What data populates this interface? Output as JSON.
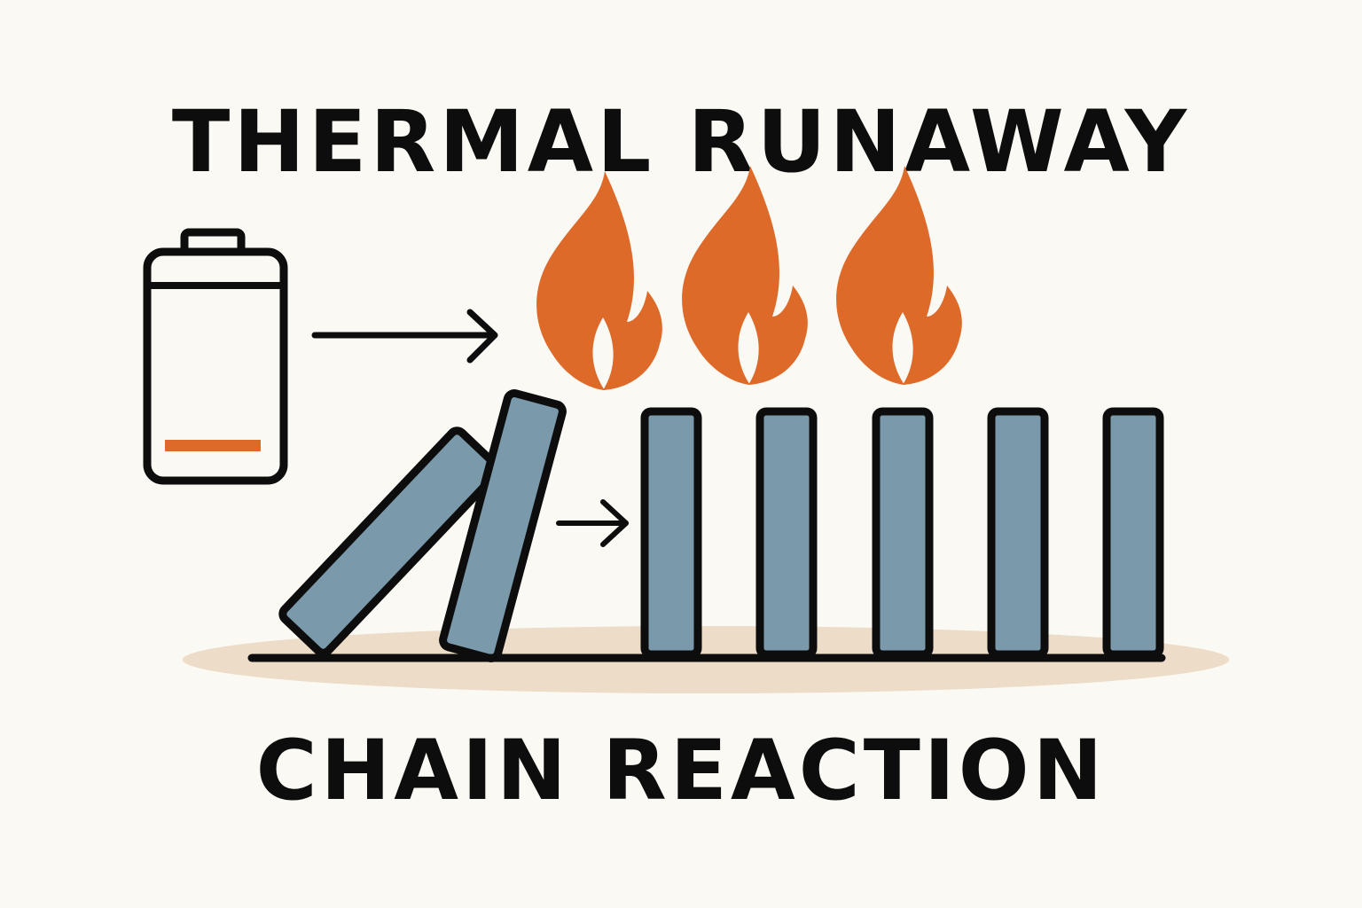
{
  "title": "THERMAL RUNAWAY",
  "subtitle": "CHAIN REACTION",
  "icons": {
    "battery": "battery-icon",
    "flame": "flame-icon",
    "arrow": "arrow-right-icon"
  },
  "colors": {
    "background": "#fbf9f3",
    "ink": "#0d0d0d",
    "flame": "#de6a2a",
    "battery_level": "#de6a2a",
    "domino": "#7a9aab",
    "floor_shadow": "#ecdcc8"
  },
  "battery": {
    "charge_level": "low"
  },
  "dominoes": {
    "fallen_count": 2,
    "standing_count": 5,
    "burning_count": 3
  }
}
